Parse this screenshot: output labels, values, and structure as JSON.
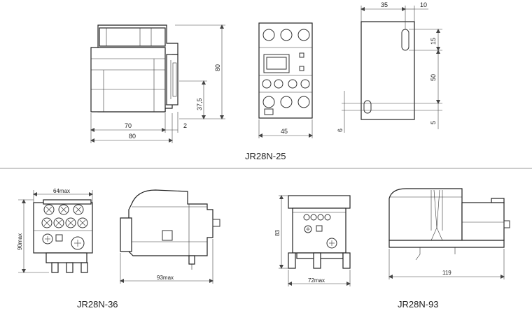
{
  "captions": {
    "top": "JR28N-25",
    "bottom_left": "JR28N-36",
    "bottom_right": "JR28N-93"
  },
  "dims": {
    "d70": "70",
    "d80_width": "80",
    "d80_height": "80",
    "d2": "2",
    "d37_5": "37,5",
    "d45": "45",
    "d35": "35",
    "d10": "10",
    "d15": "15",
    "d50": "50",
    "d5": "5",
    "d6": "6",
    "d64max": "64max",
    "d90max": "90max",
    "d93max": "93max",
    "d83": "83",
    "d72max": "72max",
    "d119": "119"
  }
}
